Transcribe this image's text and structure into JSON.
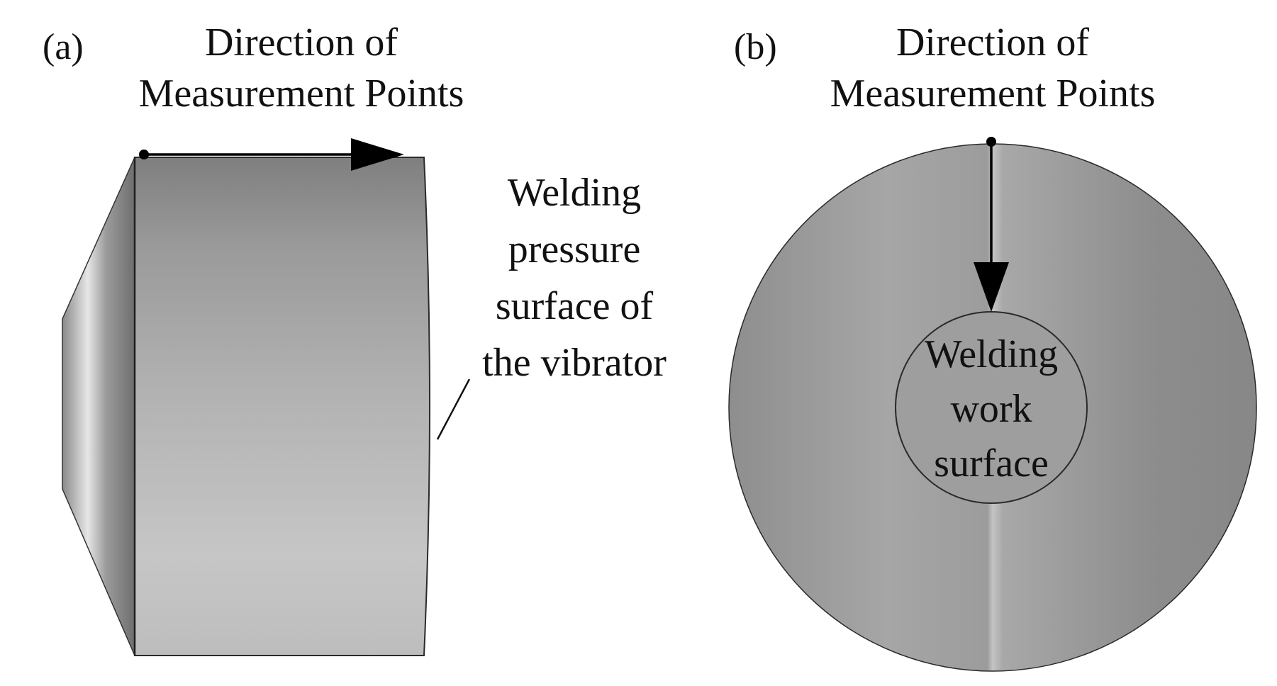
{
  "panel_a": {
    "tag": "(a)",
    "direction_line1": "Direction of",
    "direction_line2": "Measurement Points",
    "callout_line1": "Welding",
    "callout_line2": "pressure",
    "callout_line3": "surface of",
    "callout_line4": "the vibrator"
  },
  "panel_b": {
    "tag": "(b)",
    "direction_line1": "Direction of",
    "direction_line2": "Measurement Points",
    "center_line1": "Welding",
    "center_line2": "work",
    "center_line3": "surface"
  },
  "colors": {
    "metal_dark": "#7d7d7d",
    "metal_light": "#c8c8c8",
    "outline": "#2a2a2a"
  }
}
